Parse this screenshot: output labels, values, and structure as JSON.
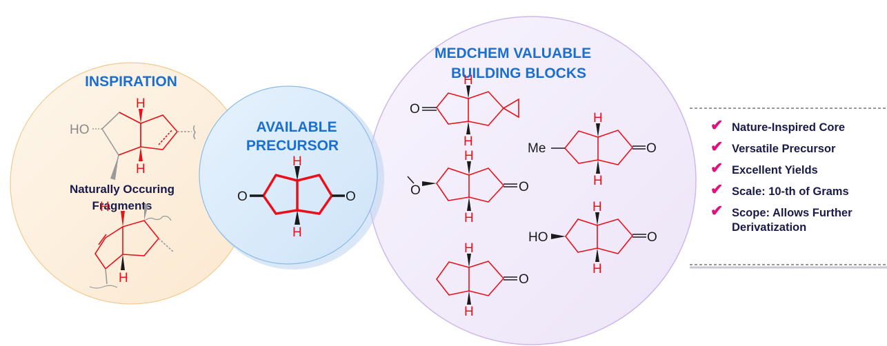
{
  "inspiration": {
    "title": "INSPIRATION",
    "subtitle_line1": "Naturally Occuring",
    "subtitle_line2": "Fragments"
  },
  "precursor": {
    "title_line1": "AVAILABLE",
    "title_line2": "PRECURSOR"
  },
  "medchem": {
    "title_line1": "MEDCHEM VALUABLE",
    "title_line2": "BUILDING BLOCKS"
  },
  "atoms": {
    "h": "H",
    "o": "O",
    "ho": "HO",
    "me": "Me"
  },
  "features": [
    {
      "text": "Nature-Inspired Core"
    },
    {
      "text": "Versatile Precursor"
    },
    {
      "text": "Excellent Yields"
    },
    {
      "text": "Scale: 10-th of Grams"
    },
    {
      "text": "Scope: Allows Further",
      "text2": "Derivatization"
    }
  ],
  "colors": {
    "title_blue": "#1a6fd0",
    "navy_text": "#1a1a4a",
    "structure_red": "#e8101a",
    "check_pink": "#e0117a",
    "inspiration_fill": "#fdf1e1",
    "precursor_fill": "#dcecfb",
    "medchem_fill": "#f4effc"
  }
}
